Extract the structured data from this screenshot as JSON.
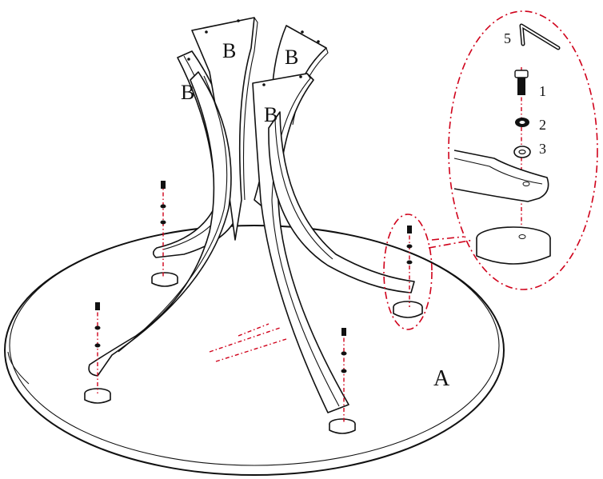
{
  "labels": {
    "tabletop": "A",
    "legs": [
      "B",
      "B",
      "B",
      "B"
    ],
    "parts": [
      "1",
      "2",
      "3",
      "5"
    ]
  },
  "colors": {
    "outline": "#111111",
    "assembly_axis": "#d0021b",
    "background": "#ffffff"
  },
  "icons": {
    "bolt": "bolt-icon",
    "washer": "washer-icon",
    "hex_key": "hex-key-icon"
  }
}
